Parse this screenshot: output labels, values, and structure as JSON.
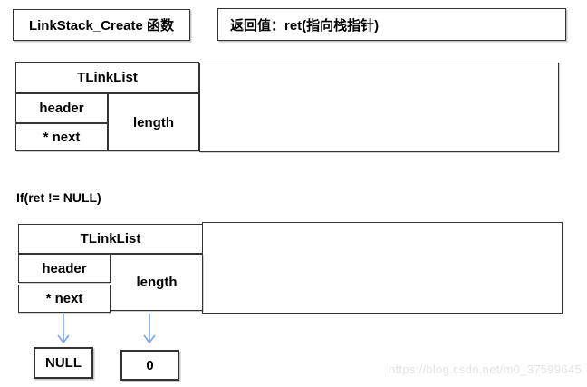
{
  "header": {
    "function_box": "LinkStack_Create 函数",
    "return_box": "返回值：ret(指向栈指针)"
  },
  "condition_label": "If(ret != NULL)",
  "structs": [
    {
      "type_name": "TLinkList",
      "header_field": "header",
      "next_field": "* next",
      "length_field": "length"
    },
    {
      "type_name": "TLinkList",
      "header_field": "header",
      "next_field": "* next",
      "length_field": "length"
    }
  ],
  "results": {
    "null_label": "NULL",
    "zero_label": "0"
  },
  "watermark": "https://blog.csdn.net/m0_37599645",
  "colors": {
    "arrow": "#7da7d9",
    "border": "#333333",
    "watermark": "#e3e3e3"
  }
}
